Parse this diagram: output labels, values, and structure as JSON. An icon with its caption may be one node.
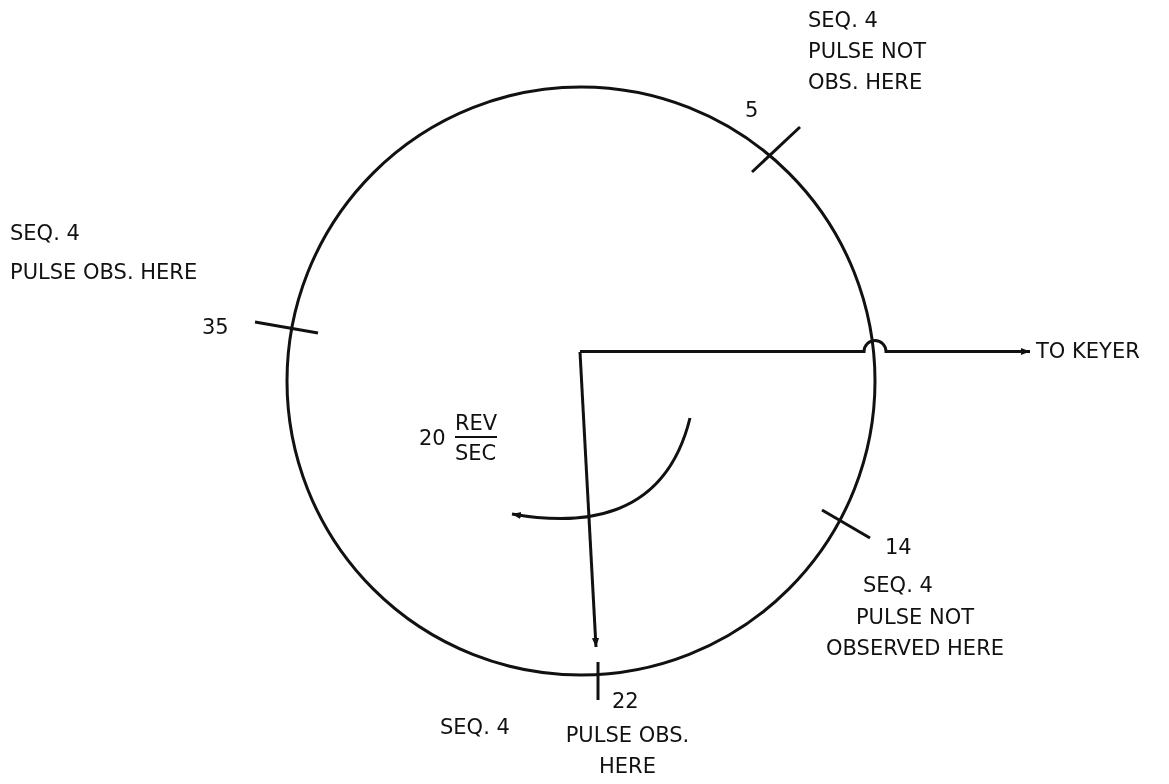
{
  "diagram": {
    "nodes": [
      {
        "text": [],
        "shape": "circle"
      },
      {
        "text": [
          "TO KEYER"
        ]
      }
    ],
    "edges": [
      {
        "from": 0,
        "to": 1,
        "arrow": "to"
      },
      {
        "from": null,
        "to": 0,
        "arrow": "to"
      }
    ],
    "labels": [
      "SEQ. 4",
      "PULSE NOT OBS. HERE",
      "5",
      "SEQ. 4",
      "PULSE OBS. HERE",
      "35",
      "20",
      "REV",
      "SEC",
      "14",
      "SEQ. 4",
      "PULSE NOT OBSERVED HERE",
      "SEQ. 4",
      "22",
      "PULSE OBS. HERE"
    ]
  }
}
